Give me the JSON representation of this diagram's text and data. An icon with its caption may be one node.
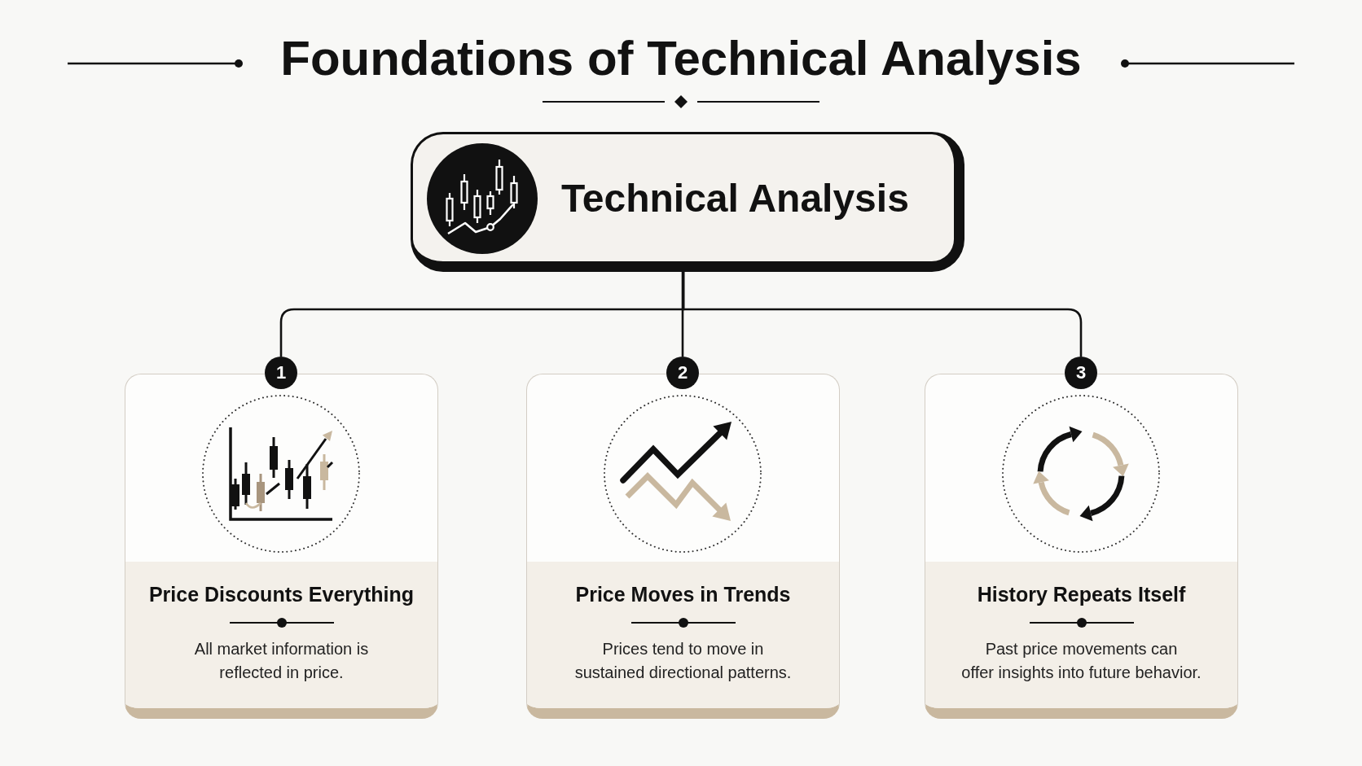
{
  "diagram": {
    "title": "Foundations of Technical Analysis",
    "nodes": [
      {
        "text": [
          "Technical Analysis"
        ]
      },
      {
        "text": [
          "1"
        ]
      },
      {
        "text": [
          "Price Discounts Everything",
          "All market information is reflected in price."
        ]
      },
      {
        "text": [
          "2"
        ]
      },
      {
        "text": [
          "Price Moves in Trends",
          "Prices tend to move in sustained directional patterns."
        ]
      },
      {
        "text": [
          "3"
        ]
      },
      {
        "text": [
          "History Repeats Itself",
          "Past price movements can offer insights into future behavior."
        ]
      }
    ],
    "edges": [
      {
        "from": 0,
        "to": 1,
        "arrow": "none"
      },
      {
        "from": 0,
        "to": 3,
        "arrow": "none"
      },
      {
        "from": 0,
        "to": 5,
        "arrow": "none"
      }
    ]
  }
}
